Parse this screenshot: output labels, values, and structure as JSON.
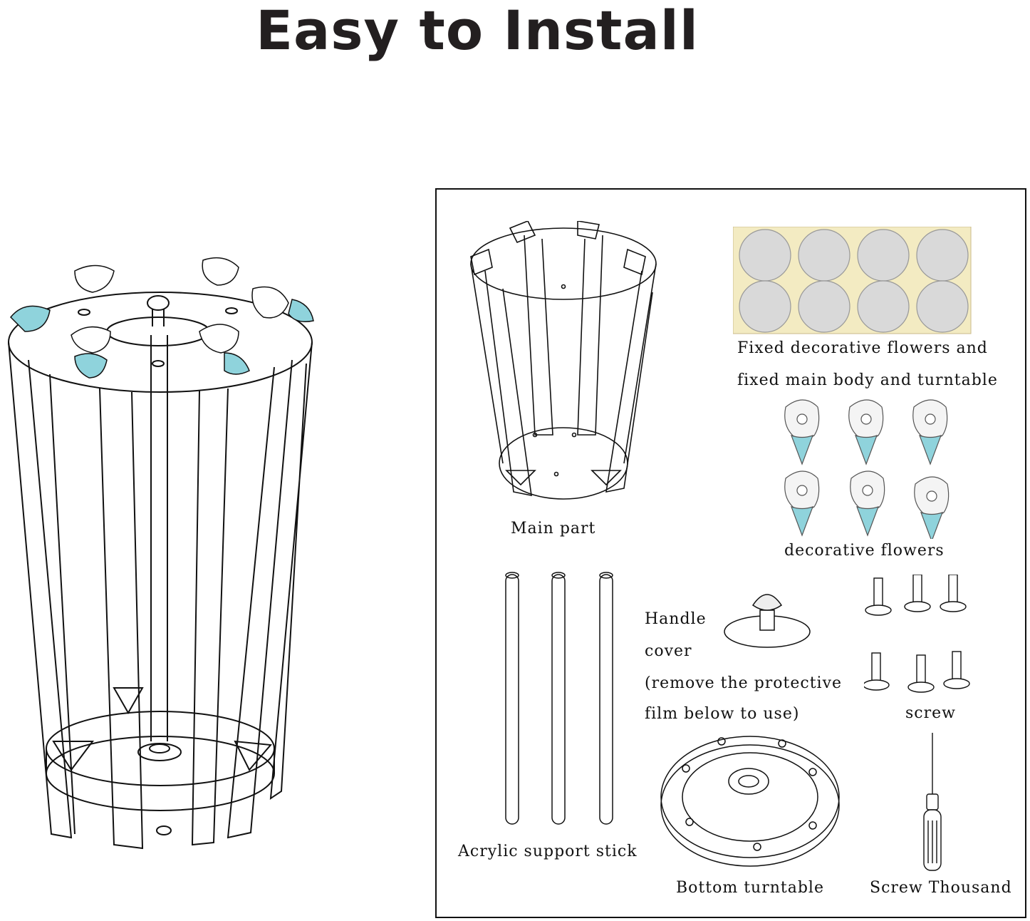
{
  "title": "Easy to Install",
  "parts": {
    "main_part": "Main part",
    "stickers_line1": "Fixed decorative flowers and",
    "stickers_line2": "fixed main body and turntable",
    "decorative_flowers": "decorative flowers",
    "handle_line1": "Handle",
    "handle_line2": "cover",
    "handle_line3": "(remove the protective",
    "handle_line4": "film below to use)",
    "screw": "screw",
    "acrylic_stick": "Acrylic support stick",
    "bottom_turntable": "Bottom turntable",
    "screwdriver": "Screw Thousand"
  },
  "colors": {
    "shell_blue": "#8fd3dc",
    "sticker_backing": "#f3ebc2",
    "sticker_dot": "#d9d9d9"
  }
}
